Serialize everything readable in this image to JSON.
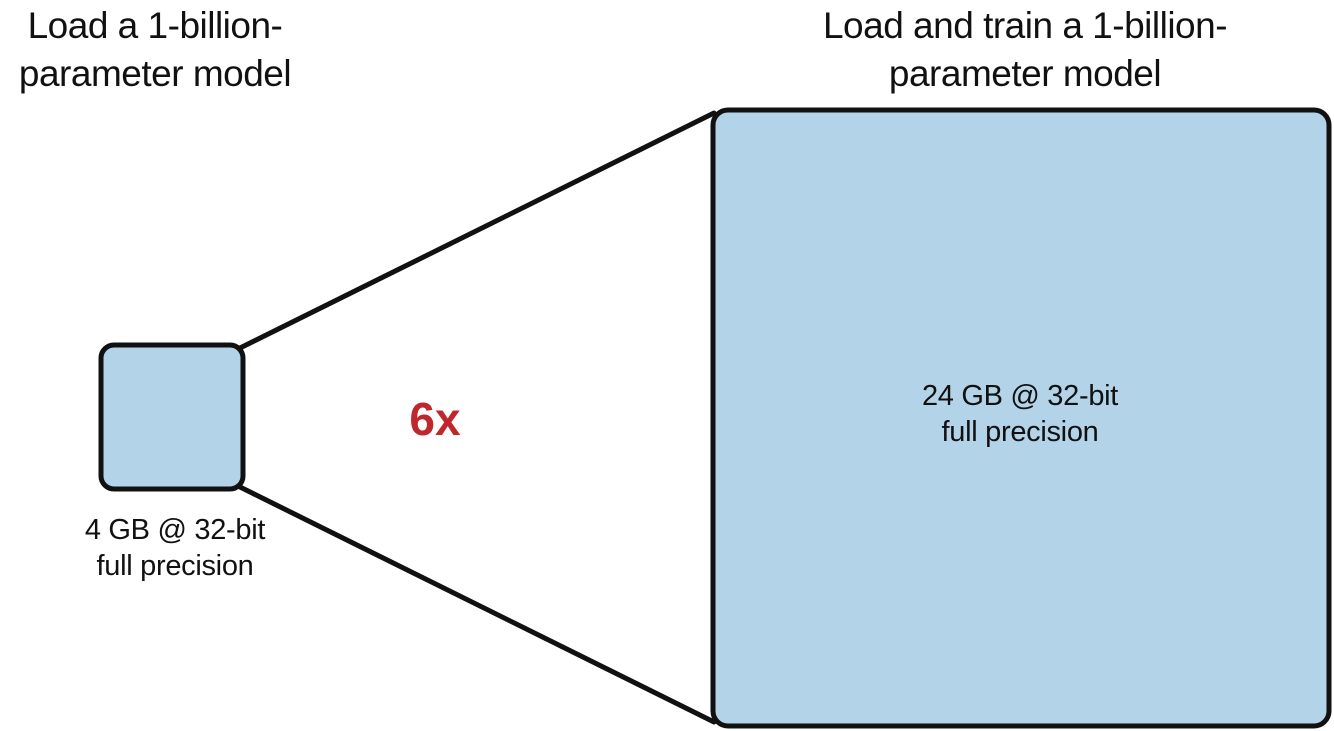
{
  "colors": {
    "box_fill": "#b3d4e8",
    "box_stroke": "#111111",
    "multiplier": "#c0272d"
  },
  "left_panel": {
    "title_line1": "Load a 1-billion-",
    "title_line2": "parameter model",
    "caption_line1": "4 GB @ 32-bit",
    "caption_line2": "full precision"
  },
  "right_panel": {
    "title_line1": "Load and train a 1-billion-",
    "title_line2": "parameter model",
    "caption_line1": "24 GB @ 32-bit",
    "caption_line2": "full precision"
  },
  "multiplier": "6x"
}
